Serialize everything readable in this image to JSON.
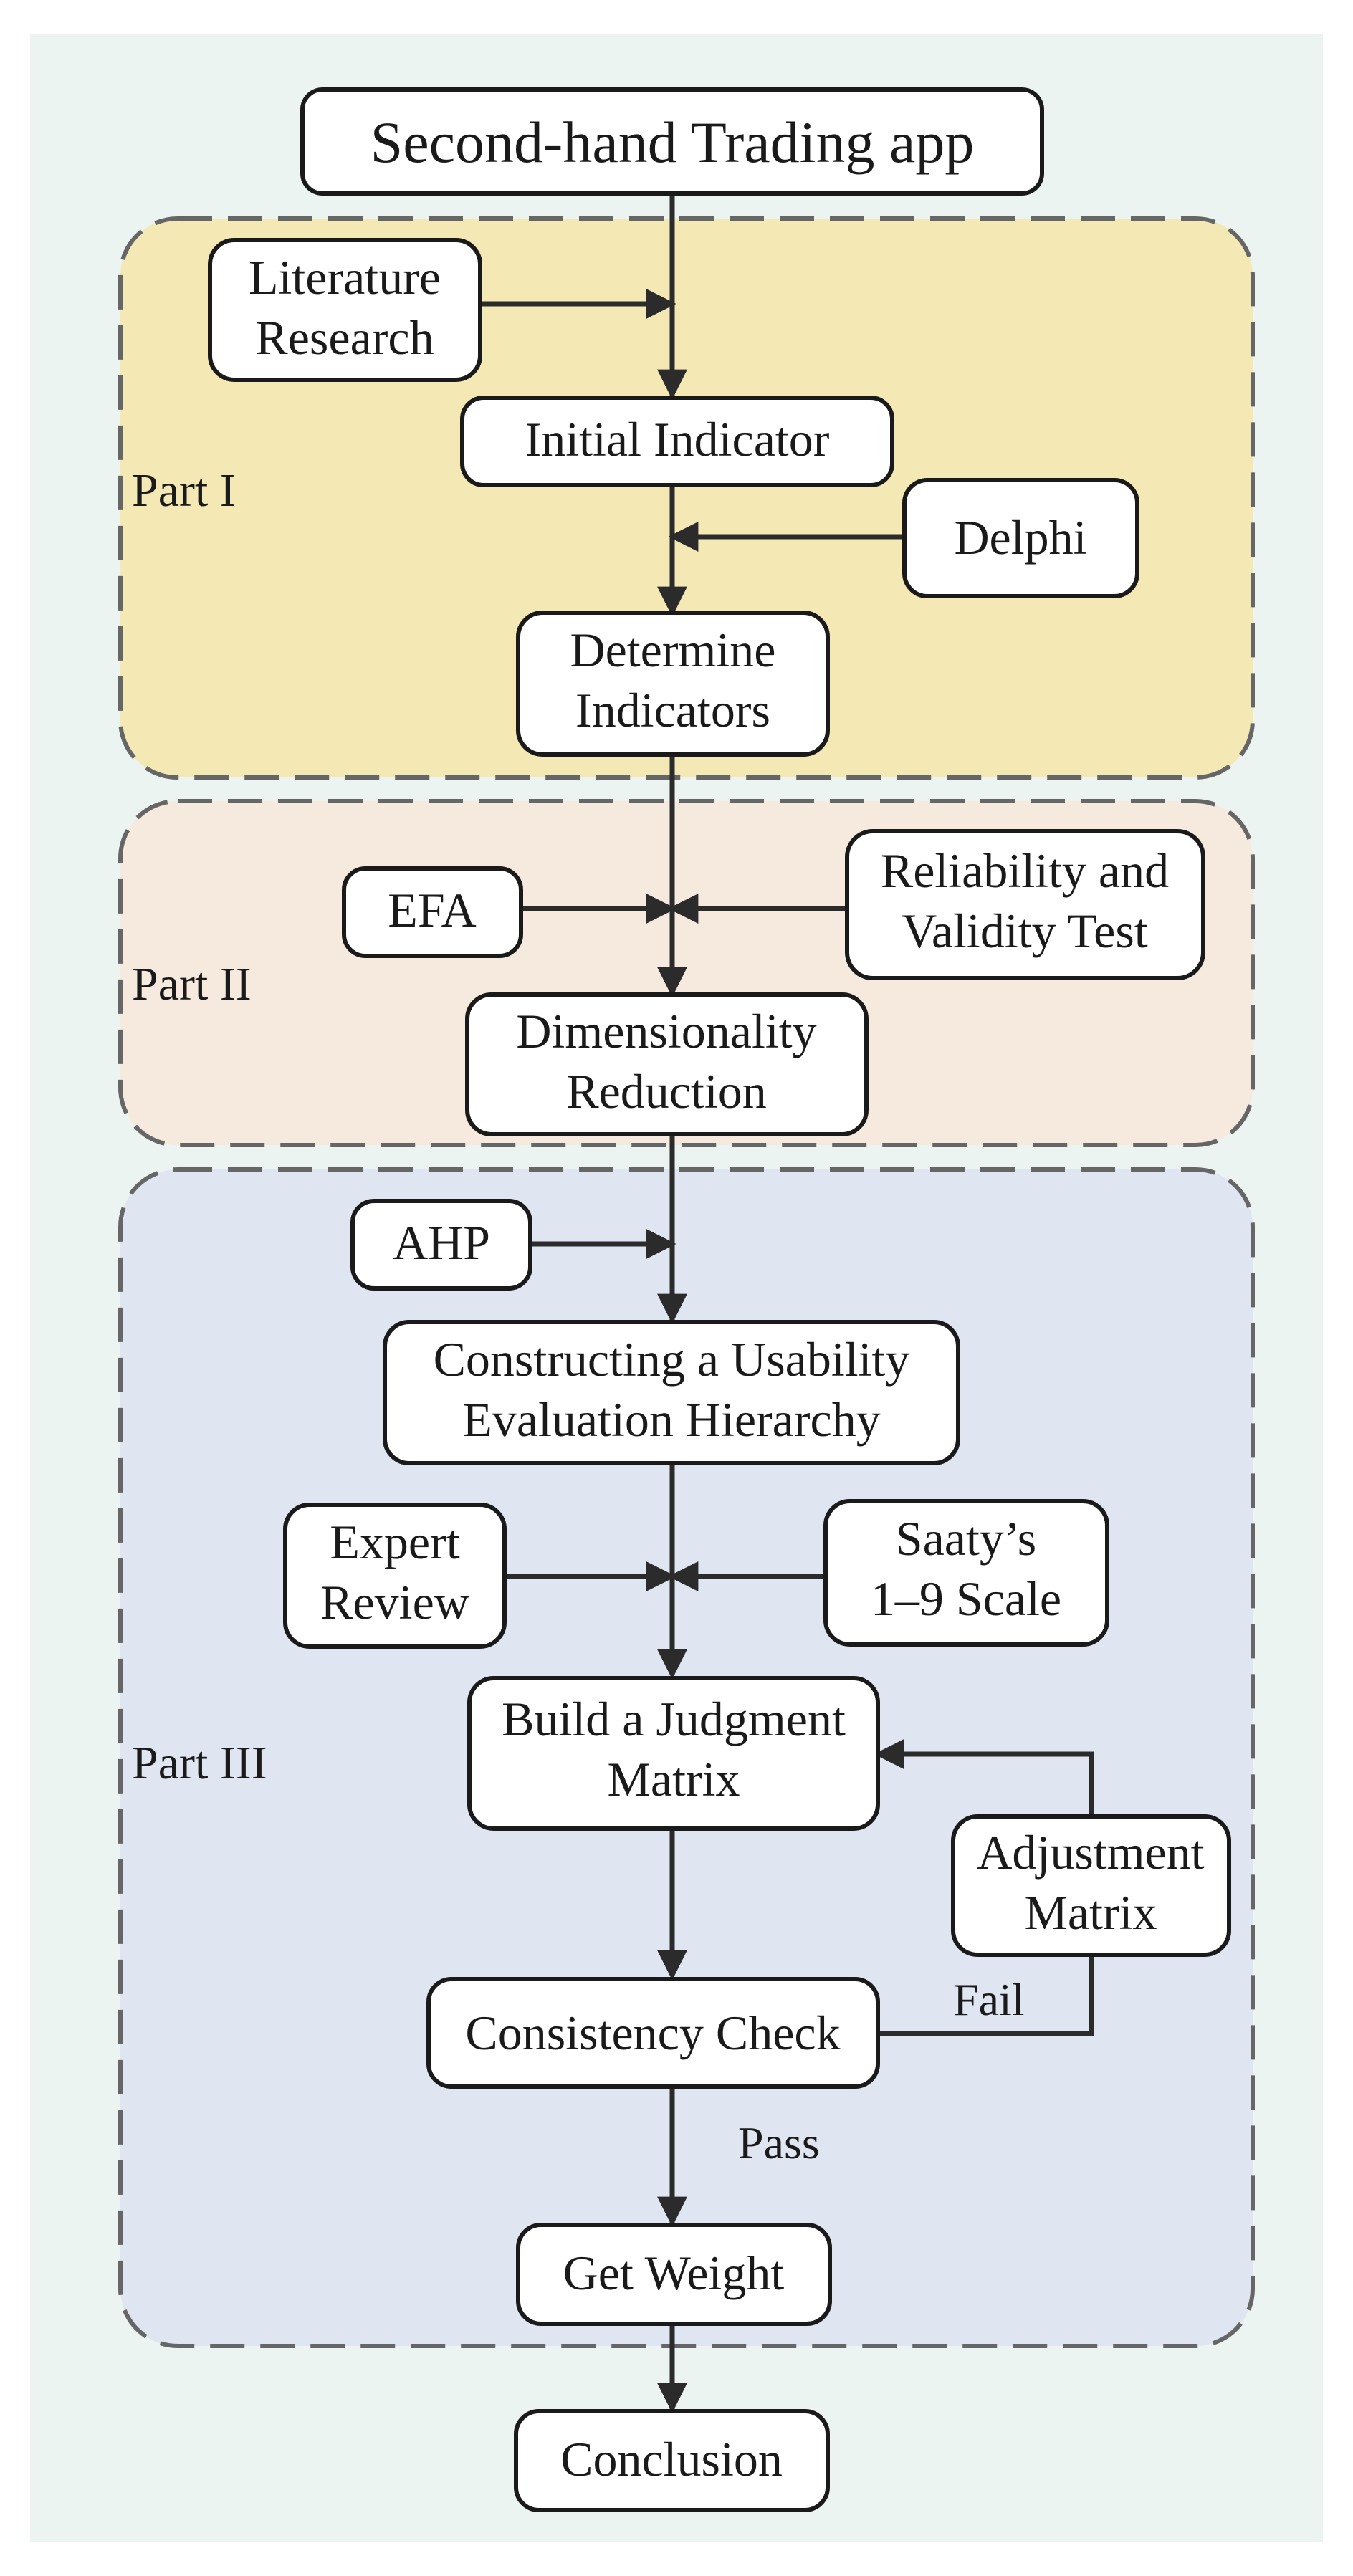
{
  "colors": {
    "background": "#ebf4f0",
    "part1_fill": "#f4e8b4",
    "part2_fill": "#f6eade",
    "part3_fill": "#dfe5f1",
    "stroke": "#1a1a1a",
    "region_border": "#666666"
  },
  "parts": {
    "part1": "Part I",
    "part2": "Part II",
    "part3": "Part III"
  },
  "nodes": {
    "title": [
      "Second-hand Trading app"
    ],
    "literature": [
      "Literature",
      "Research"
    ],
    "initial_indicator": [
      "Initial Indicator"
    ],
    "delphi": [
      "Delphi"
    ],
    "determine_indicators": [
      "Determine",
      "Indicators"
    ],
    "efa": [
      "EFA"
    ],
    "reliability": [
      "Reliability and",
      "Validity Test"
    ],
    "dimensionality": [
      "Dimensionality",
      "Reduction"
    ],
    "ahp": [
      "AHP"
    ],
    "hierarchy": [
      "Constructing a Usability",
      "Evaluation Hierarchy"
    ],
    "expert_review": [
      "Expert",
      "Review"
    ],
    "saaty": [
      "Saaty’s",
      "1–9 Scale"
    ],
    "judgment_matrix": [
      "Build a Judgment",
      "Matrix"
    ],
    "adjustment_matrix": [
      "Adjustment",
      "Matrix"
    ],
    "consistency_check": [
      "Consistency Check"
    ],
    "get_weight": [
      "Get Weight"
    ],
    "conclusion": [
      "Conclusion"
    ]
  },
  "edge_labels": {
    "fail": "Fail",
    "pass": "Pass"
  }
}
